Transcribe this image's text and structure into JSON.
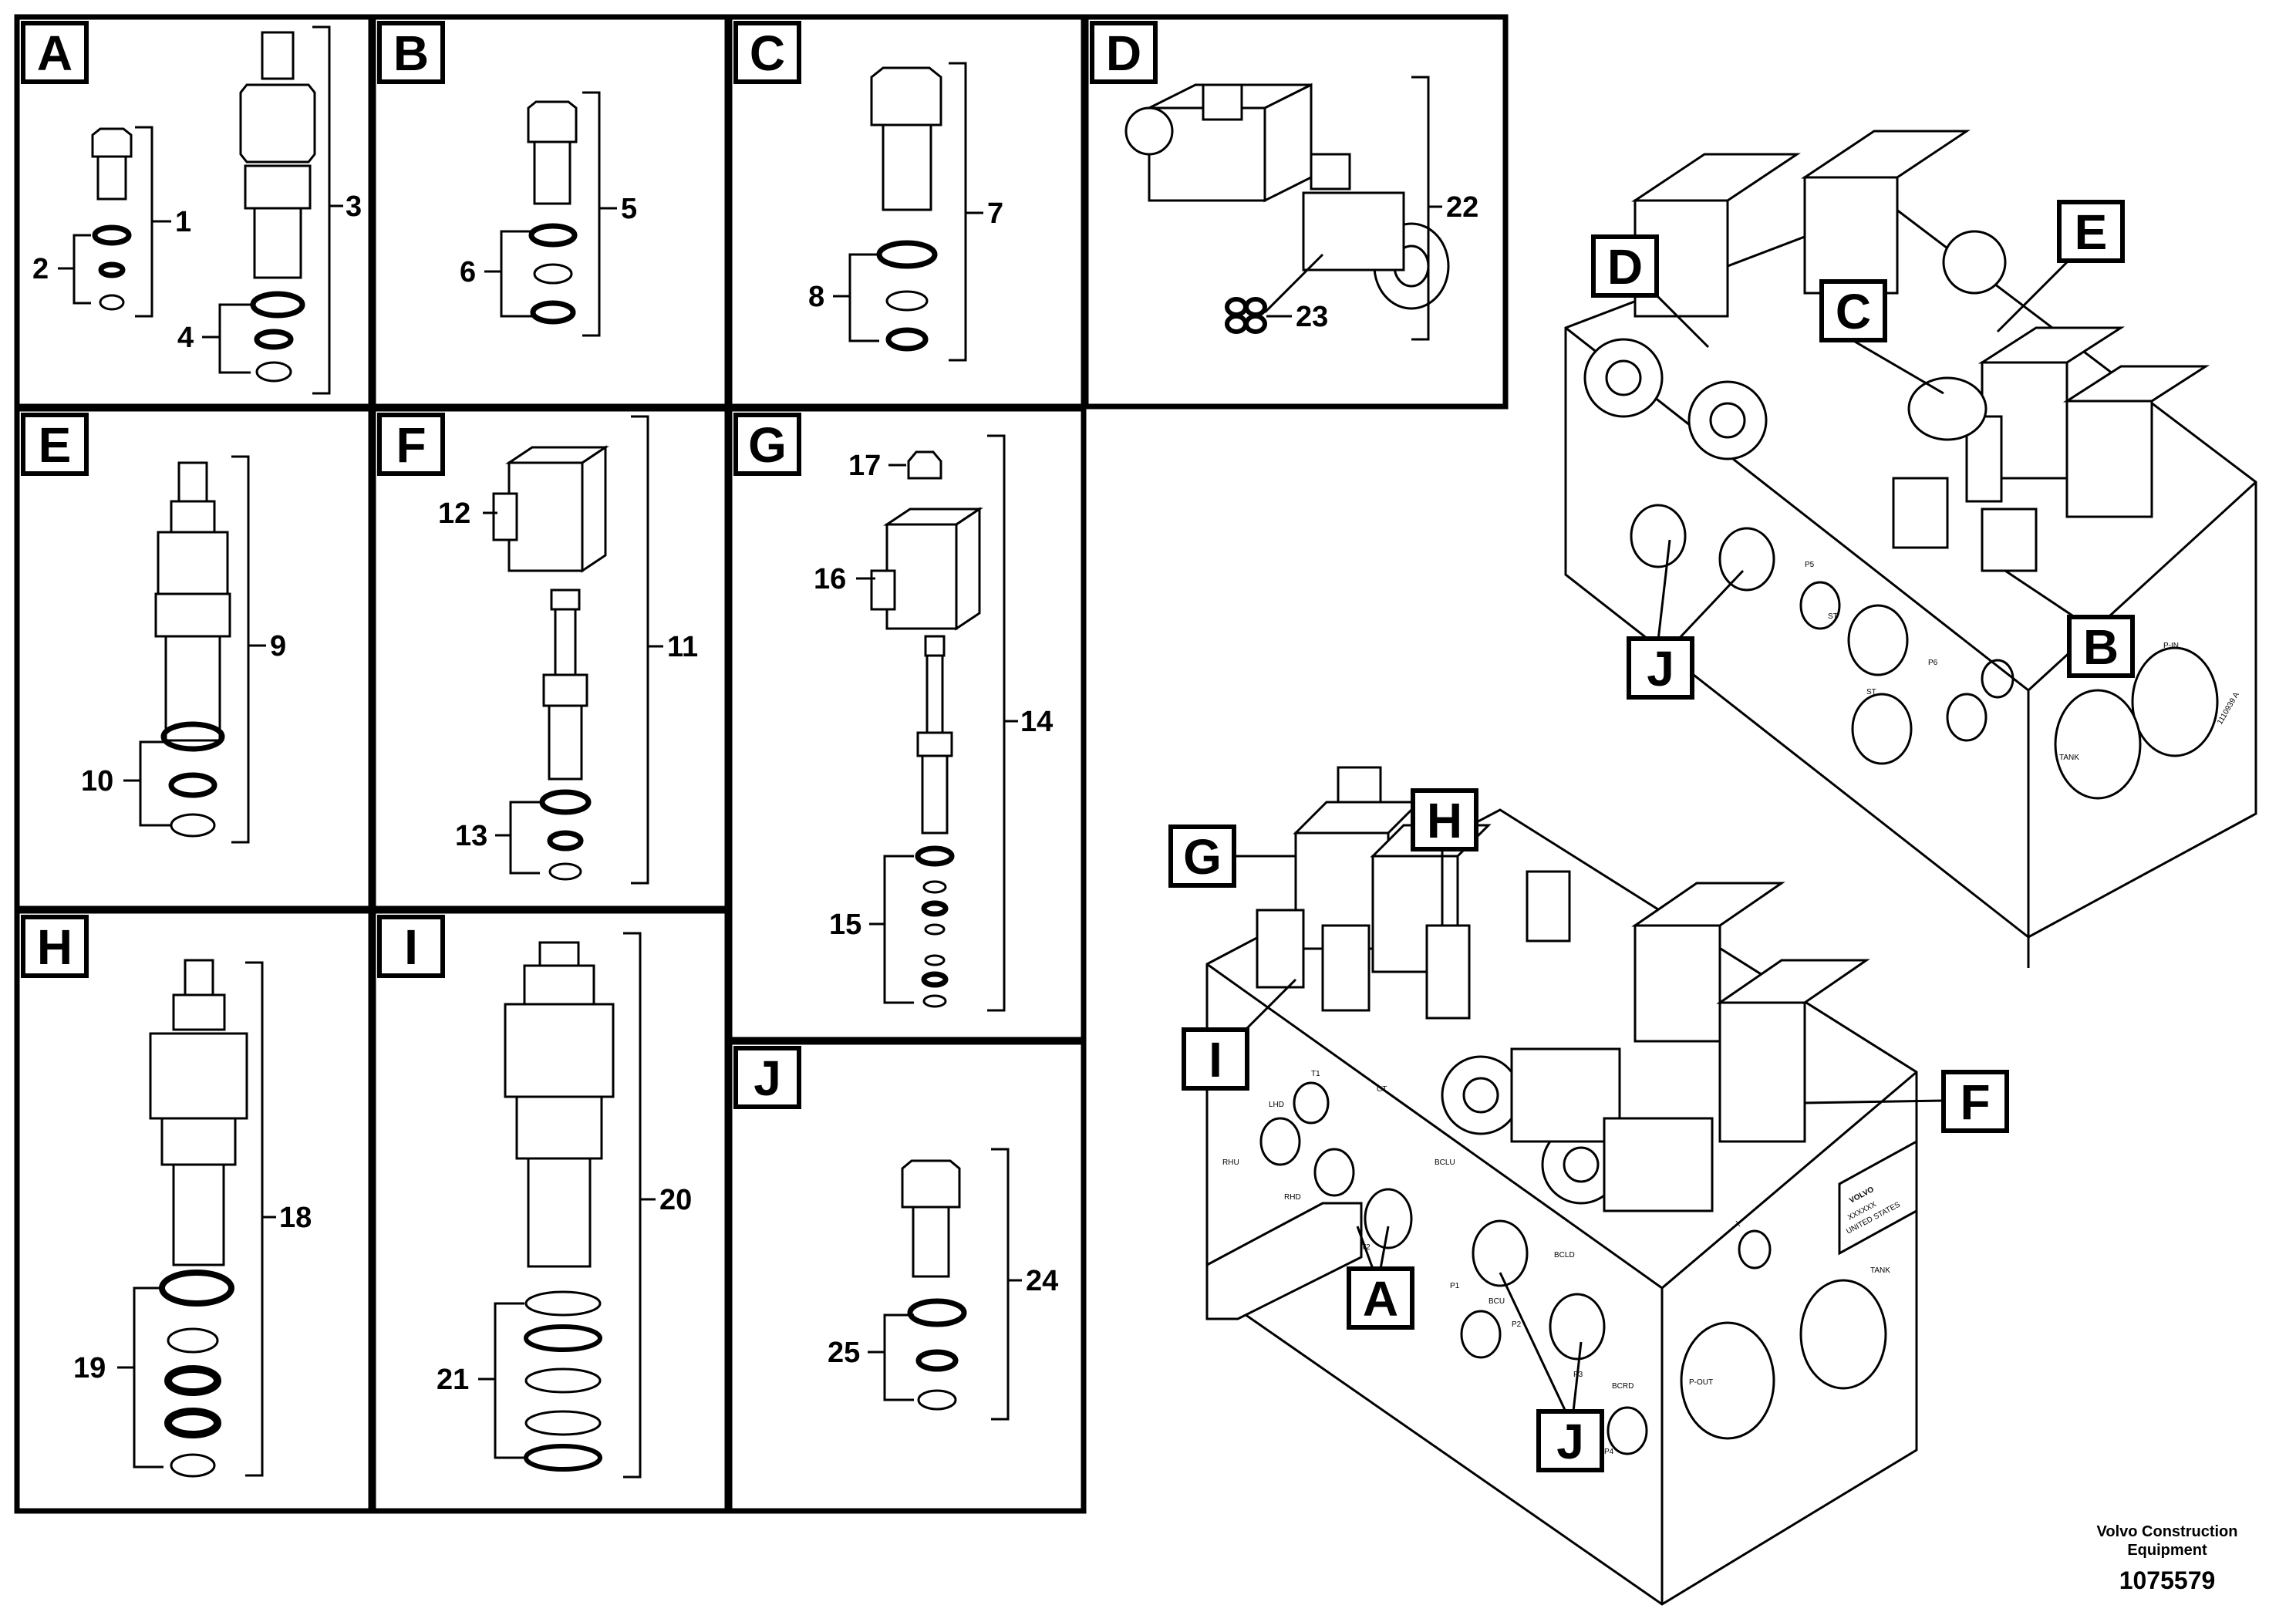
{
  "panels": [
    {
      "letter": "A",
      "numbers": [
        "1",
        "2",
        "3",
        "4"
      ]
    },
    {
      "letter": "B",
      "numbers": [
        "5",
        "6"
      ]
    },
    {
      "letter": "C",
      "numbers": [
        "7",
        "8"
      ]
    },
    {
      "letter": "D",
      "numbers": [
        "22",
        "23"
      ]
    },
    {
      "letter": "E",
      "numbers": [
        "9",
        "10"
      ]
    },
    {
      "letter": "F",
      "numbers": [
        "11",
        "12",
        "13"
      ]
    },
    {
      "letter": "G",
      "numbers": [
        "14",
        "15",
        "16",
        "17"
      ]
    },
    {
      "letter": "H",
      "numbers": [
        "18",
        "19"
      ]
    },
    {
      "letter": "I",
      "numbers": [
        "20",
        "21"
      ]
    },
    {
      "letter": "J",
      "numbers": [
        "24",
        "25"
      ]
    }
  ],
  "callouts": {
    "top_block": [
      "D",
      "C",
      "E",
      "J",
      "B"
    ],
    "bottom_block": [
      "G",
      "H",
      "I",
      "F",
      "A",
      "J"
    ]
  },
  "block_markings": {
    "top": [
      "P-IN",
      "TANK",
      "P5",
      "ST",
      "ST",
      "P6",
      "1110939 A"
    ],
    "bottom": [
      "T1",
      "LHD",
      "CT",
      "RHU",
      "RHD",
      "BCLU",
      "T2",
      "BCLD",
      "P1",
      "BCU",
      "P2",
      "P3",
      "BCRD",
      "P4",
      "X",
      "TANK",
      "P-OUT",
      "VOLVO",
      "XXXXXX",
      "UNITED STATES"
    ]
  },
  "footer": {
    "company_line1": "Volvo Construction",
    "company_line2": "Equipment",
    "doc_number": "1075579"
  }
}
